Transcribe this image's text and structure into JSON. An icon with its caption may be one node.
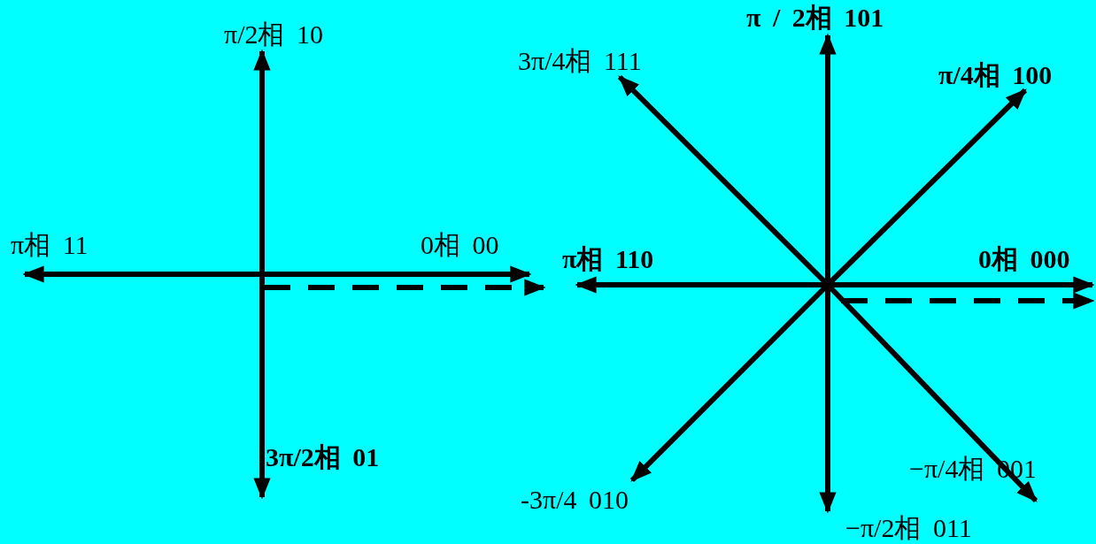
{
  "diagram": {
    "labels": [
      "π/2相 10",
      "π相 11",
      "0相 00",
      "3π/2相 01",
      "π / 2相 101",
      "3π/4相 111",
      "π/4相 100",
      "π相 110",
      "0相 000",
      "−π/4相 001",
      "-3π/4 010",
      "−π/2相 011"
    ]
  }
}
